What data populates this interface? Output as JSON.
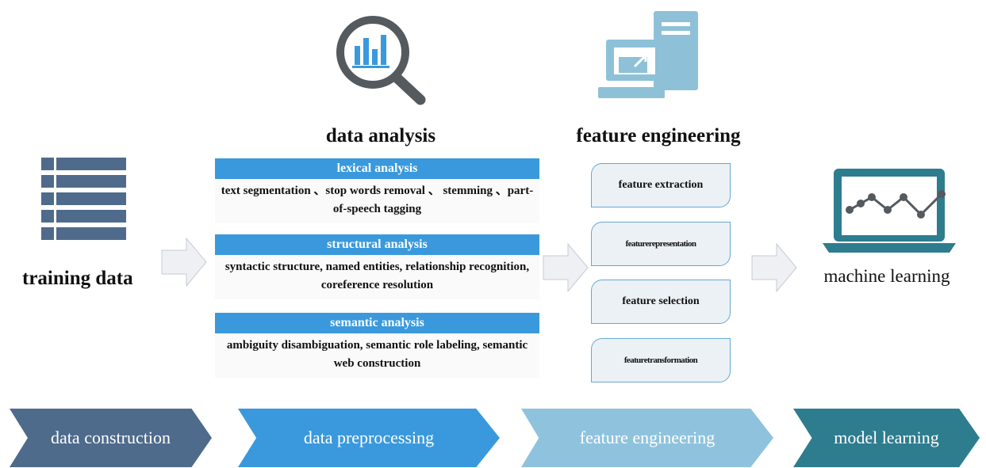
{
  "training": {
    "label": "training data",
    "icon": "table-icon"
  },
  "data_analysis": {
    "title": "data analysis",
    "icon": "magnifier-chart-icon",
    "blocks": [
      {
        "head": "lexical analysis",
        "body": "text segmentation 、stop words removal 、 stemming 、part-of-speech tagging"
      },
      {
        "head": "structural analysis",
        "body": "syntactic structure, named entities, relationship recognition, coreference resolution"
      },
      {
        "head": "semantic analysis",
        "body": "ambiguity disambiguation, semantic role labeling, semantic web construction"
      }
    ]
  },
  "feature_engineering": {
    "title": "feature engineering",
    "icon": "computer-icon",
    "steps": [
      "feature extraction",
      "featurerepresentation",
      "feature selection",
      "featuretransformation"
    ]
  },
  "machine_learning": {
    "label": "machine learning",
    "icon": "laptop-line-chart-icon"
  },
  "pipeline": [
    {
      "label": "data construction",
      "color": "#4f6b8c"
    },
    {
      "label": "data preprocessing",
      "color": "#3a99dc"
    },
    {
      "label": "feature engineering",
      "color": "#8fc3dd"
    },
    {
      "label": "model learning",
      "color": "#2e7d8f"
    }
  ],
  "colors": {
    "accent_blue": "#3a99dc",
    "slate": "#4f6b8c",
    "icon_light_blue": "#8ec1d8",
    "teal": "#2e7d8f",
    "arrow_fill": "#eef0f4"
  }
}
